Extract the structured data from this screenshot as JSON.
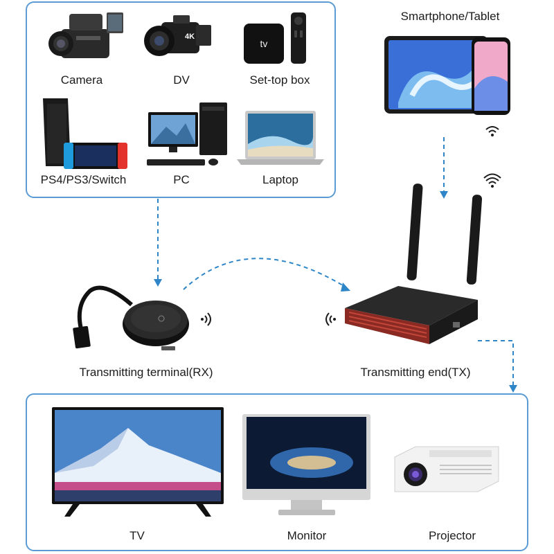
{
  "sources": {
    "items": [
      {
        "label": "Camera"
      },
      {
        "label": "DV"
      },
      {
        "label": "Set-top box"
      },
      {
        "label": "PS4/PS3/Switch"
      },
      {
        "label": "PC"
      },
      {
        "label": "Laptop"
      }
    ],
    "settop_logo": "tv",
    "dv_badge": "4K"
  },
  "smartphone": {
    "label": "Smartphone/Tablet"
  },
  "rx": {
    "label": "Transmitting terminal(RX)"
  },
  "tx": {
    "label": "Transmitting end(TX)"
  },
  "displays": {
    "items": [
      {
        "label": "TV"
      },
      {
        "label": "Monitor"
      },
      {
        "label": "Projector"
      }
    ]
  },
  "colors": {
    "accent": "#2e86c8",
    "panel_border": "#5b9bd5",
    "device_dark": "#1d1d1f",
    "tx_red": "#b33a2e"
  }
}
